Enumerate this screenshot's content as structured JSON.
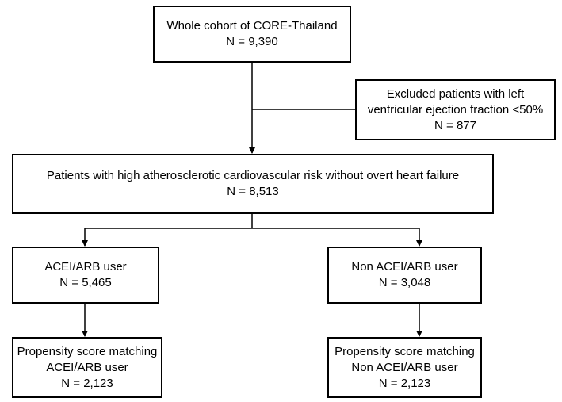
{
  "nodes": {
    "whole_cohort": {
      "line1": "Whole cohort of CORE-Thailand",
      "line2": "N = 9,390"
    },
    "excluded": {
      "line1": "Excluded patients with left",
      "line2": "ventricular ejection fraction <50%",
      "line3": "N = 877"
    },
    "high_risk": {
      "line1": "Patients with high atherosclerotic cardiovascular risk without overt heart failure",
      "line2": "N = 8,513"
    },
    "acei_user": {
      "line1": "ACEI/ARB user",
      "line2": "N = 5,465"
    },
    "non_acei_user": {
      "line1": "Non ACEI/ARB user",
      "line2": "N = 3,048"
    },
    "psm_acei": {
      "line1": "Propensity score matching",
      "line2": "ACEI/ARB user",
      "line3": "N = 2,123"
    },
    "psm_non_acei": {
      "line1": "Propensity score matching",
      "line2": "Non ACEI/ARB user",
      "line3": "N = 2,123"
    }
  },
  "colors": {
    "line": "#000000",
    "box_border": "#000000",
    "background": "#ffffff"
  }
}
